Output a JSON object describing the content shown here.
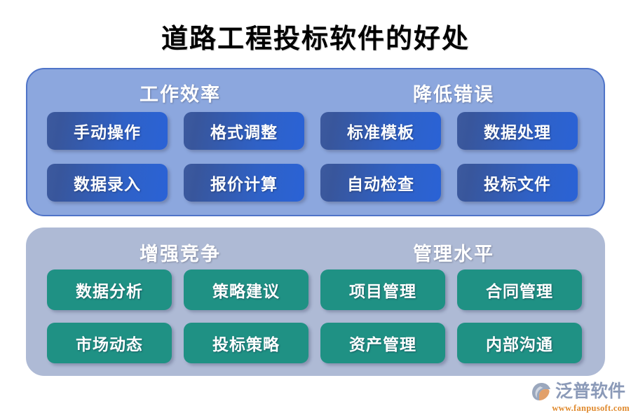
{
  "title": "道路工程投标软件的好处",
  "panels": [
    {
      "id": "benefits-upper",
      "style": "blue",
      "groups": [
        {
          "heading": "工作效率",
          "items": [
            "手动操作",
            "格式调整",
            "数据录入",
            "报价计算"
          ]
        },
        {
          "heading": "降低错误",
          "items": [
            "标准模板",
            "数据处理",
            "自动检查",
            "投标文件"
          ]
        }
      ]
    },
    {
      "id": "benefits-lower",
      "style": "teal",
      "groups": [
        {
          "heading": "增强竞争",
          "items": [
            "数据分析",
            "策略建议",
            "市场动态",
            "投标策略"
          ]
        },
        {
          "heading": "管理水平",
          "items": [
            "项目管理",
            "合同管理",
            "资产管理",
            "内部沟通"
          ]
        }
      ]
    }
  ],
  "logo": {
    "name": "泛普软件",
    "url": "www.fanpusoft.com",
    "icon": "fanpu-swirl-icon"
  },
  "colors": {
    "background": "#ffffff",
    "title_text": "#000000",
    "panel_upper_fill": "#8ca7de",
    "panel_upper_border": "#4f74c8",
    "panel_lower_fill": "#aebad5",
    "chip_blue_start": "#3d5a9e",
    "chip_blue_end": "#2a62d6",
    "chip_teal": "#1f9184",
    "chip_text": "#ffffff",
    "logo_word": "#8b9ab8",
    "logo_url": "#e08a2e",
    "logo_mark_primary": "#e2a06a",
    "logo_mark_secondary": "#9aa7bd"
  }
}
